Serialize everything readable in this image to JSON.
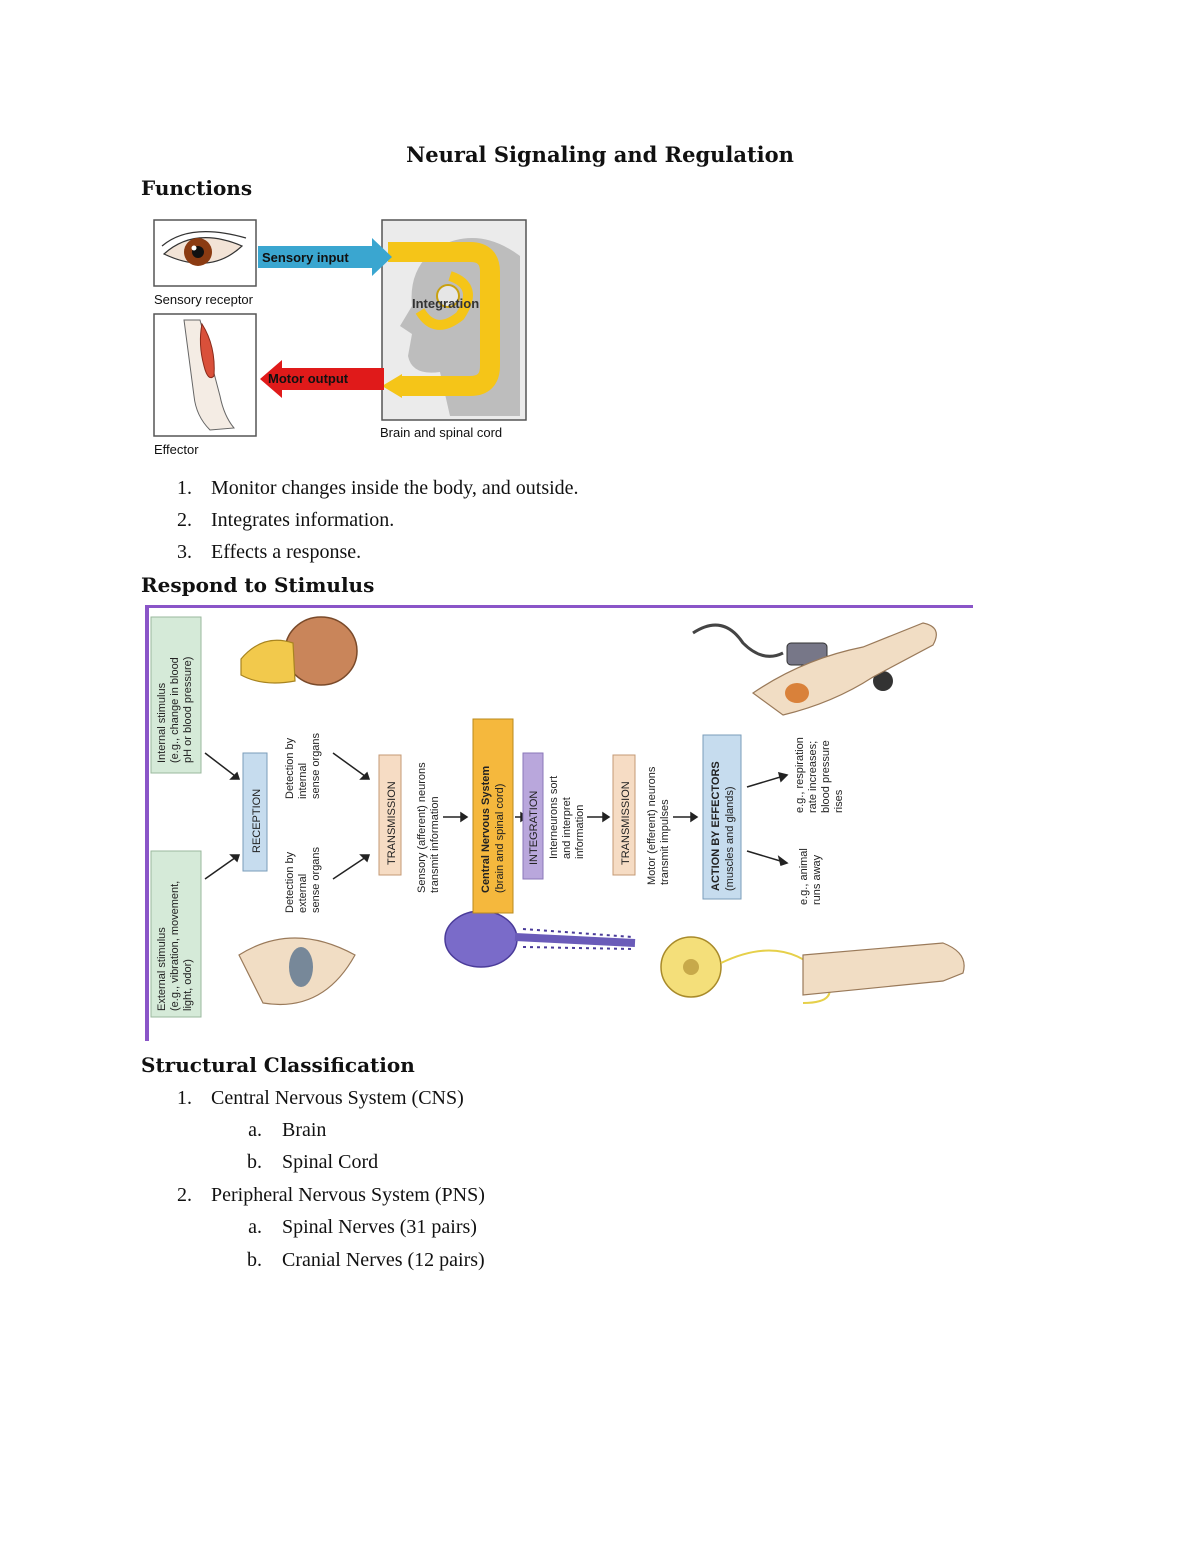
{
  "title": "Neural Signaling and Regulation",
  "sections": {
    "functions": {
      "heading": "Functions",
      "figure": {
        "sensory_input": "Sensory input",
        "sensory_receptor": "Sensory receptor",
        "integration": "Integration",
        "motor_output": "Motor output",
        "effector": "Effector",
        "brain_spinal": "Brain and spinal cord"
      },
      "items": [
        {
          "num": "1.",
          "text": "Monitor changes inside the body, and outside."
        },
        {
          "num": "2.",
          "text": "Integrates information."
        },
        {
          "num": "3.",
          "text": "Effects a response."
        }
      ]
    },
    "respond": {
      "heading": "Respond to Stimulus",
      "figure": {
        "internal_1": "Internal stimulus",
        "internal_2": "(e.g., change in blood",
        "internal_3": "pH or blood pressure)",
        "external_1": "External stimulus",
        "external_2": "(e.g., vibration, movement,",
        "external_3": "light, odor)",
        "reception": "RECEPTION",
        "det_int_1": "Detection by",
        "det_int_2": "internal",
        "det_int_3": "sense organs",
        "det_ext_1": "Detection by",
        "det_ext_2": "external",
        "det_ext_3": "sense organs",
        "transmission": "TRANSMISSION",
        "sensory_1": "Sensory (afferent) neurons",
        "sensory_2": "transmit information",
        "cns_1": "Central Nervous System",
        "cns_2": "(brain and spinal cord)",
        "integration": "INTEGRATION",
        "inter_1": "Interneurons sort",
        "inter_2": "and interpret",
        "inter_3": "information",
        "transmission2": "TRANSMISSION",
        "motor_1": "Motor (efferent) neurons",
        "motor_2": "transmit impulses",
        "action_1": "ACTION BY EFFECTORS",
        "action_2": "(muscles and glands)",
        "eg1_1": "e.g., respiration",
        "eg1_2": "rate increases;",
        "eg1_3": "blood pressure",
        "eg1_4": "rises",
        "eg2_1": "e.g., animal",
        "eg2_2": "runs away"
      }
    },
    "structural": {
      "heading": "Structural Classification",
      "items": [
        {
          "num": "1.",
          "text": "Central Nervous System (CNS)",
          "sub": [
            {
              "num": "a.",
              "text": "Brain"
            },
            {
              "num": "b.",
              "text": "Spinal Cord"
            }
          ]
        },
        {
          "num": "2.",
          "text": "Peripheral Nervous System (PNS)",
          "sub": [
            {
              "num": "a.",
              "text": "Spinal Nerves (31 pairs)"
            },
            {
              "num": "b.",
              "text": "Cranial Nerves (12 pairs)"
            }
          ]
        }
      ]
    }
  },
  "colors": {
    "sensory_arrow": "#3aa6d0",
    "integration_arrow": "#f5c518",
    "motor_arrow": "#e01a1a",
    "cns_box": "#f5b83d",
    "integration_box": "#b9a7dc",
    "reception_box": "#c6dcee",
    "stimulus_box": "#d5ead8",
    "transmission_box": "#f6dcc4",
    "frame_purple": "#8a55c8"
  }
}
